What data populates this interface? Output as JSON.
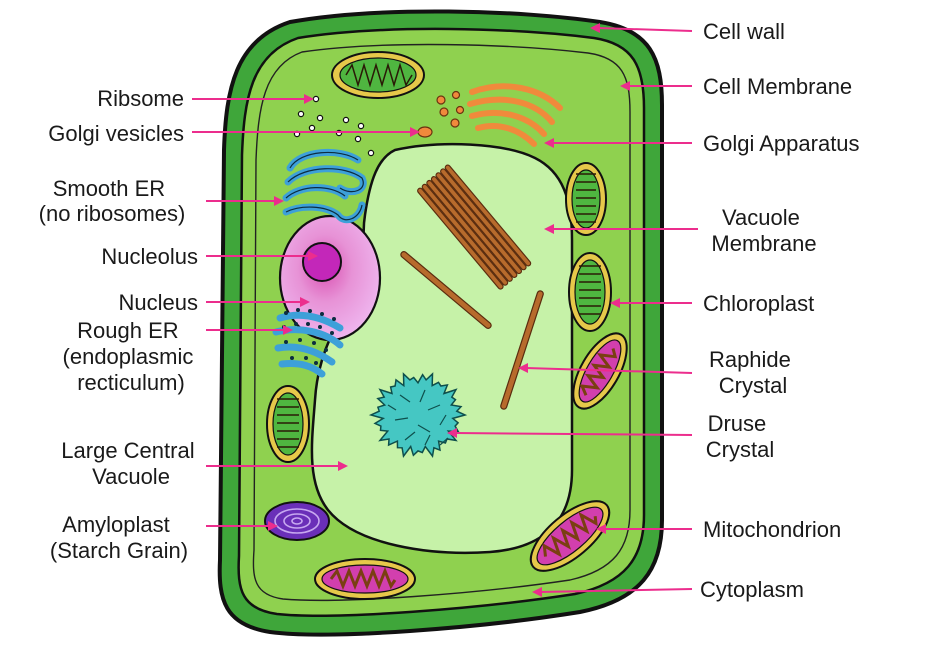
{
  "colors": {
    "cell_wall": "#3fa63a",
    "cytoplasm": "#8fd14f",
    "vacuole": "#c6f2a8",
    "pointer": "#ec2d8d",
    "nucleus": "#e9a6ea",
    "nucleolus": "#c327b9",
    "er": "#3da0d9",
    "golgi": "#f08a3c",
    "chloroplast": "#e6c84a",
    "mitochondrion": "#d23fae",
    "druse": "#45c7c3",
    "raphide": "#b76b2c",
    "amyloplast": "#6a2fb8"
  },
  "labels": {
    "cell_wall": "Cell wall",
    "cell_membrane": "Cell Membrane",
    "golgi_apparatus": "Golgi Apparatus",
    "vacuole_membrane": [
      "Vacuole",
      "Membrane"
    ],
    "chloroplast": "Chloroplast",
    "raphide_crystal": [
      "Raphide",
      "Crystal"
    ],
    "druse_crystal": [
      "Druse",
      "Crystal"
    ],
    "mitochondrion": "Mitochondrion",
    "cytoplasm": "Cytoplasm",
    "ribosome": "Ribsome",
    "golgi_vesicles": "Golgi vesicles",
    "smooth_er": [
      "Smooth ER",
      "(no ribosomes)"
    ],
    "nucleolus": "Nucleolus",
    "nucleus": "Nucleus",
    "rough_er": [
      "Rough ER",
      "(endoplasmic",
      "recticulum)"
    ],
    "large_central_vacuole": [
      "Large Central",
      "Vacuole"
    ],
    "amyloplast": [
      "Amyloplast",
      "(Starch Grain)"
    ]
  }
}
